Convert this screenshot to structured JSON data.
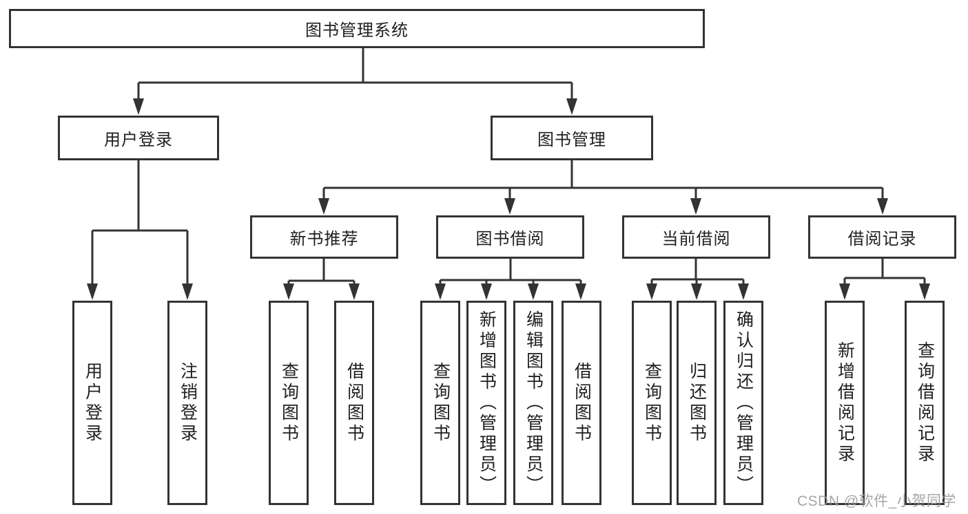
{
  "diagram": {
    "type": "hierarchy-chart",
    "colors": {
      "line": "#333333",
      "box_border": "#333333",
      "box_fill": "#ffffff",
      "text": "#1f1f1f",
      "watermark": "#989898",
      "background": "#ffffff"
    },
    "tree": {
      "root": {
        "label": "图书管理系统",
        "children": [
          {
            "label": "用户登录",
            "children": [
              {
                "label": "用户登录"
              },
              {
                "label": "注销登录"
              }
            ]
          },
          {
            "label": "图书管理",
            "children": [
              {
                "label": "新书推荐",
                "children": [
                  {
                    "label": "查询图书"
                  },
                  {
                    "label": "借阅图书"
                  }
                ]
              },
              {
                "label": "图书借阅",
                "children": [
                  {
                    "label": "查询图书"
                  },
                  {
                    "label": "新增图书（管理员）"
                  },
                  {
                    "label": "编辑图书（管理员）"
                  },
                  {
                    "label": "借阅图书"
                  }
                ]
              },
              {
                "label": "当前借阅",
                "children": [
                  {
                    "label": "查询图书"
                  },
                  {
                    "label": "归还图书"
                  },
                  {
                    "label": "确认归还（管理员）"
                  }
                ]
              },
              {
                "label": "借阅记录",
                "children": [
                  {
                    "label": "新增借阅记录"
                  },
                  {
                    "label": "查询借阅记录"
                  }
                ]
              }
            ]
          }
        ]
      }
    },
    "watermark": {
      "text": "CSDN @软件_小贺同学"
    }
  }
}
